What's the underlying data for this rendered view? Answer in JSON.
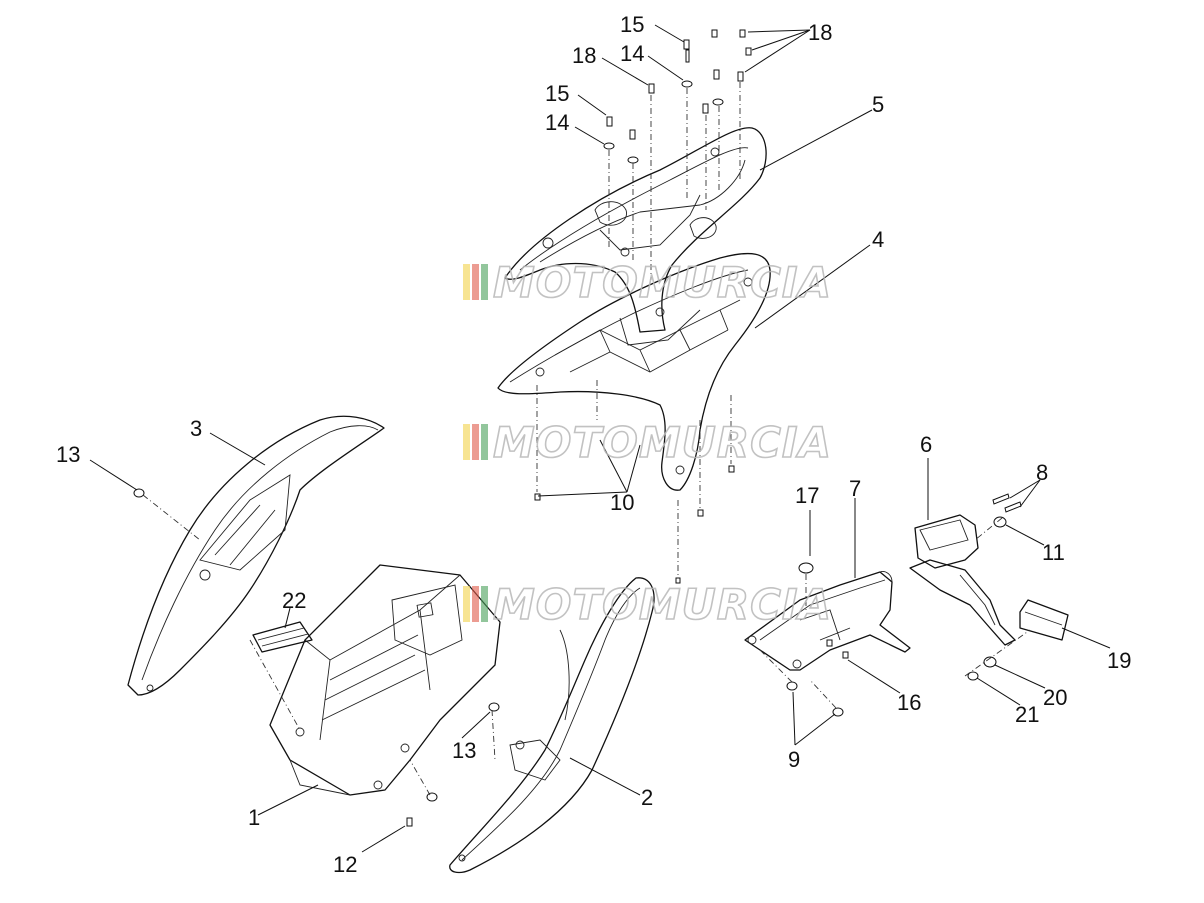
{
  "callouts": [
    {
      "id": "c1",
      "text": "1"
    },
    {
      "id": "c2",
      "text": "2"
    },
    {
      "id": "c3",
      "text": "3"
    },
    {
      "id": "c4",
      "text": "4"
    },
    {
      "id": "c5",
      "text": "5"
    },
    {
      "id": "c6",
      "text": "6"
    },
    {
      "id": "c7",
      "text": "7"
    },
    {
      "id": "c8",
      "text": "8"
    },
    {
      "id": "c9",
      "text": "9"
    },
    {
      "id": "c10",
      "text": "10"
    },
    {
      "id": "c11",
      "text": "11"
    },
    {
      "id": "c12",
      "text": "12"
    },
    {
      "id": "c13a",
      "text": "13"
    },
    {
      "id": "c13b",
      "text": "13"
    },
    {
      "id": "c14a",
      "text": "14"
    },
    {
      "id": "c14b",
      "text": "14"
    },
    {
      "id": "c15a",
      "text": "15"
    },
    {
      "id": "c15b",
      "text": "15"
    },
    {
      "id": "c16",
      "text": "16"
    },
    {
      "id": "c17",
      "text": "17"
    },
    {
      "id": "c18a",
      "text": "18"
    },
    {
      "id": "c18b",
      "text": "18"
    },
    {
      "id": "c19",
      "text": "19"
    },
    {
      "id": "c20",
      "text": "20"
    },
    {
      "id": "c21",
      "text": "21"
    },
    {
      "id": "c22",
      "text": "22"
    }
  ],
  "watermark": {
    "text": "MOTOMURCIA",
    "stripe_colors": [
      "#f2d24a",
      "#e05a4a",
      "#4aa05a",
      "#cfcfcf"
    ]
  }
}
